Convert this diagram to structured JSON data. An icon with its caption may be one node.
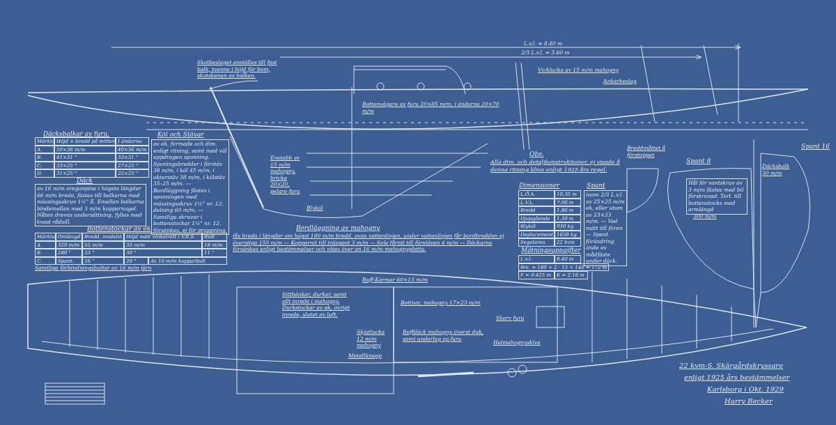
{
  "diagram": {
    "labels": [
      "Skotbeslaget anställes till fast balk, tvenne i höjd för bom, skotskenan av balken.",
      "L.v.l. = 8.40 m",
      "2/3 L.v.l. = 5.60 m",
      "Vicklucka av 15 m/m mahogny",
      "Ankarbeslag",
      "Bottenvägare av furu 20×85 m/m, i ändarna 20×70 m/m",
      "Däcksbalkar av furu.",
      "Märkta",
      "Höjd × bredd på mitten",
      "I ändarna",
      "A.",
      "50×36 m/m",
      "40×36 m/m",
      "B.",
      "41×31 \"",
      "33×31 \"",
      "C.",
      "33×25 \"",
      "27×25 \"",
      "D.",
      "31×25 \"",
      "25×25 \"",
      "Däck",
      "av 16 m/m oregonpine i högsta längder 66 m/m breda, fästes till balkarna med mässingsskruv 1½\" E. Emellan balkarna bindemellan med 3 m/m kopparnagel. Nåten drevas undersättning, fylles med kvast rådsill.",
      "Bottenstockar av ek",
      "Märkta",
      "Omlängd",
      "Bredd, medelst",
      "Höjd mätt vinkelrätt i V.R.S.",
      "Bult",
      "A.",
      "320 m/m",
      "55 m/m",
      "33 m/m",
      "18 m/m",
      "B.",
      "280 \"",
      "33 \"",
      "30 \"",
      "11 \"",
      "C.",
      "Spant.",
      "26 \"",
      "20 \"",
      "Av 10 m/m kopparbult",
      "Samtliga förbindningsbultar av 16 m/m järn",
      "Köl och Stävar",
      "av ek, formade och dim. enligt ritning, samt med väl uppdragen sponning. Sponingsbredder i förstäv 38 m/m, i köl 45 m/m, i akterstäv 38 m/m, i kölstäv 35–25 m/m. — Bordläggning fästes i sponningen med mässingsskruv 1½\" nr. 12; delning 60 m/m. — Samtliga skruvar i bottenstockar 1½\" nr. 12, försänkes, ej för proppning.",
      "Enstabb av 15 m/m mahogny, bricka 20×20, pelare furu",
      "Blyköl",
      "Bordläggning av mahogny",
      "fås breda i längder om högst 180 m/m bredd, ovan vattenlinjen, under vattenlinjen får bordbredden ej överstiga 150 m/m — Kopparnit till träspant 3 m/m — Sele fårnit till förstäven 4 m/m — Däckarna försänkes enligt bestämmelser och nitas över en 16 m/m mahognyplatta.",
      "Obs.",
      "Alla dim. och detaljkonstruktioner, ej visade å denna ritning blivo enligt 1925 års regel.",
      "Dimensioner",
      "Spant",
      "L.Ö.A.",
      "10.35 m",
      "L.V.L.",
      "7.06 m",
      "Bredd",
      "1.86 m",
      "Djupgående",
      "1.30 m",
      "Blyköl",
      "930 kg",
      "Deplacement",
      "1650 kg",
      "Segelarea",
      "22 kvm",
      "inom 2/3 L.v.l. av 25×25 m/m ek, eller utom av 23×23 m/m. — Ved mätt till fören — Spant förändring ände av mådfäste under däck.",
      "Mätningsuppgifter",
      "L.v.l.",
      "8.40 m",
      "Bm. = 180 + 2 · 13 + 140 = 172 m",
      "F = 0.425 m",
      "K = 2.16 m",
      "Breddmåttet å förstoppet",
      "Spant 8",
      "Spant 16",
      "Däcksbalk 30 m/m",
      "Hål för vantskruv av 3 m/m fästes med bil förskruvad. Torl. till bottenstocks med armlängd",
      "300 m/m",
      "Ruff-Karmar 60×15 m/m",
      "Sittbänkar, durkar, samt allt inrede i mahogny. Durkstockar av ek, övrigt inrede, slutet av luft.",
      "Bottnar, mahogny 17×23 m/m",
      "Skarv furu",
      "Skjutlucka 12 m/m mahogny",
      "Ruffdäck mahogny överst duk, samt underlag sp.furu",
      "Helmahognyskiva",
      "Metallknapp",
      "22 kvm-S. Skärgårdskryssare",
      "enligt 1925 års bestämmelser",
      "Karlsborg i Okt. 1929",
      "Harry Becker"
    ]
  }
}
